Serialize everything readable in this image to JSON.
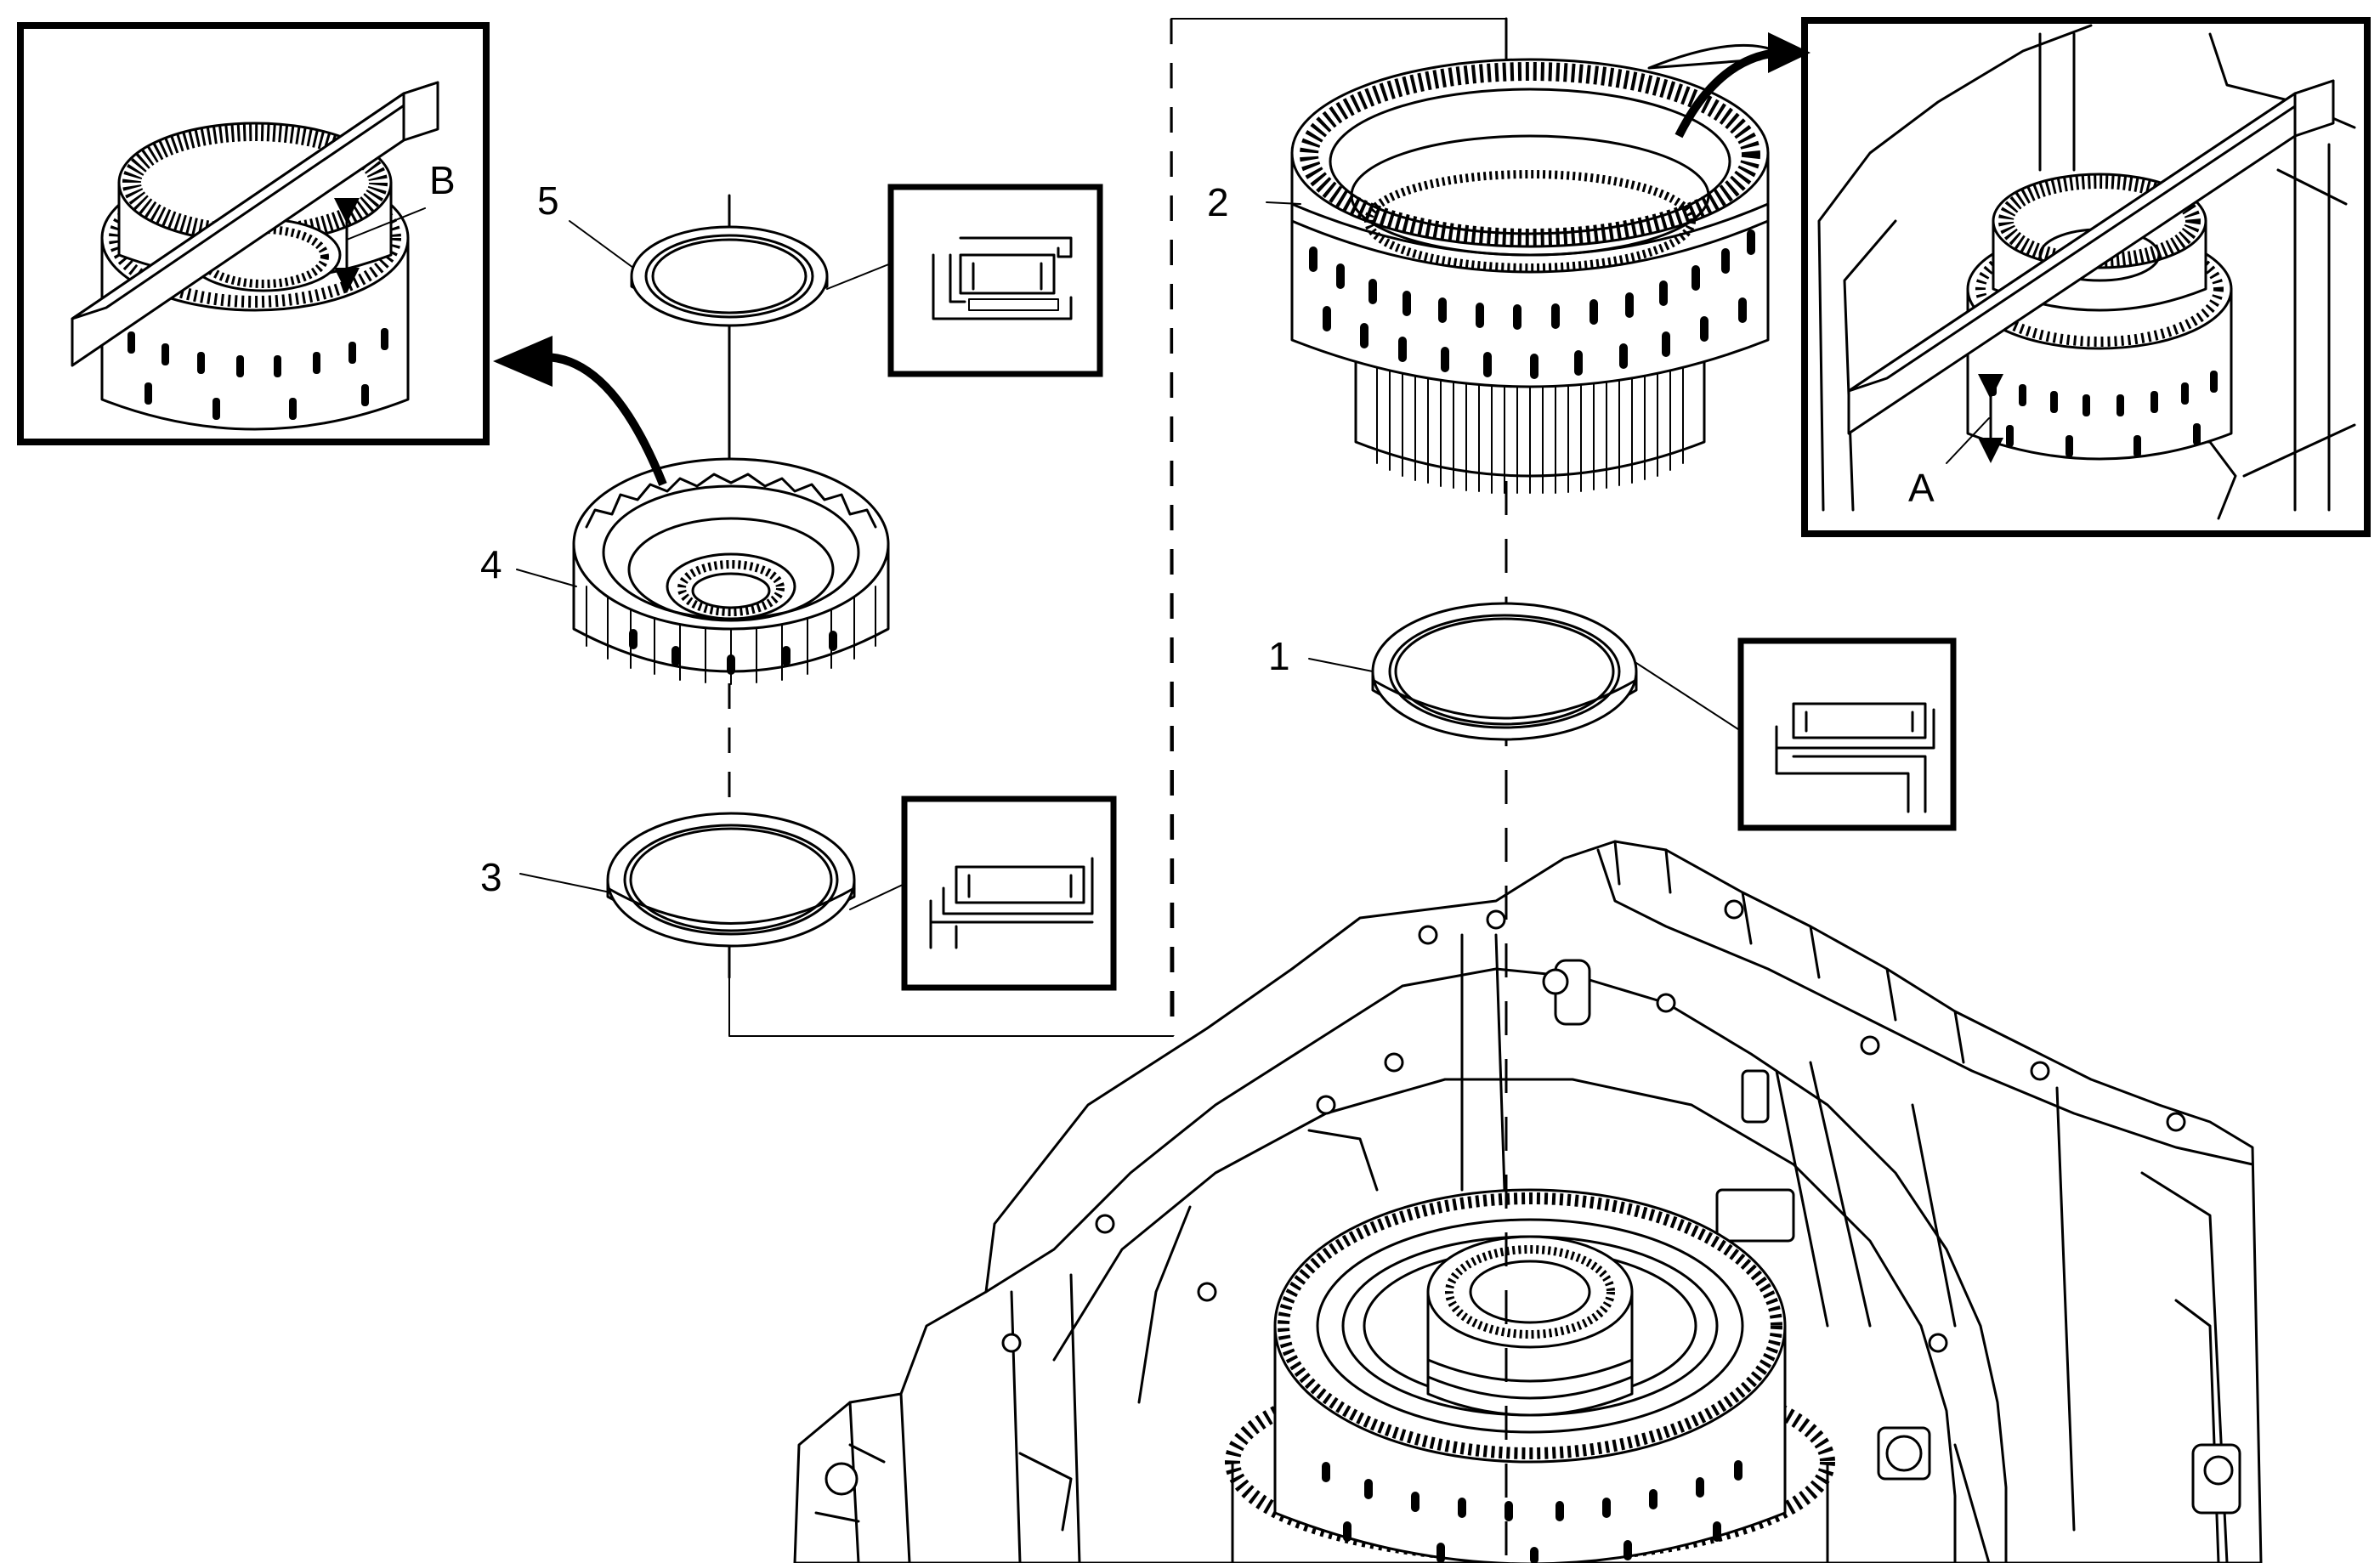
{
  "callouts": {
    "c1": "1",
    "c2": "2",
    "c3": "3",
    "c4": "4",
    "c5": "5",
    "cA": "A",
    "cB": "B"
  },
  "colors": {
    "line": "#000000",
    "background": "#ffffff"
  }
}
